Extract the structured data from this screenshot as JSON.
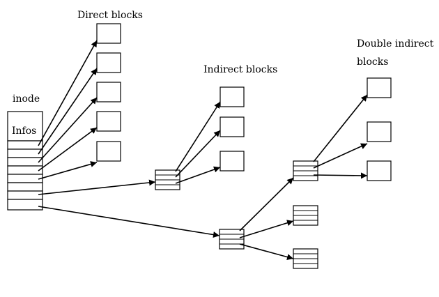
{
  "labels": {
    "direct_blocks": "Direct blocks",
    "indirect_blocks": "Indirect blocks",
    "double_indirect_line1": "Double indirect",
    "double_indirect_line2": "blocks",
    "inode": "inode",
    "infos": "Infos"
  },
  "colors": {
    "line": "#000000",
    "fill": "#ffffff"
  }
}
